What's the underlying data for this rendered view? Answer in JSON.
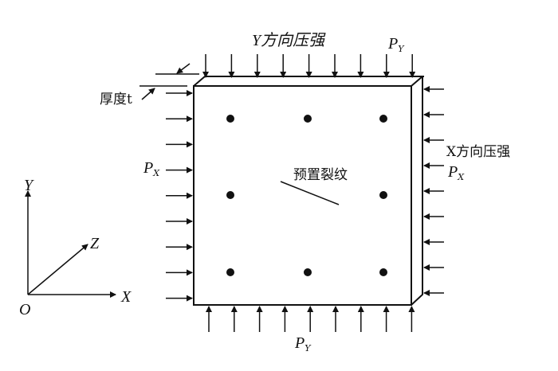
{
  "labels": {
    "y_pressure": "Y方向压强",
    "x_pressure": "X方向压强",
    "thickness": "厚度t",
    "crack": "预置裂纹",
    "p": "P",
    "sub_y": "Y",
    "sub_x": "X"
  },
  "axes": {
    "x": "X",
    "y": "Y",
    "z": "Z",
    "origin": "O"
  },
  "colors": {
    "ink": "#111111",
    "background": "#ffffff"
  }
}
